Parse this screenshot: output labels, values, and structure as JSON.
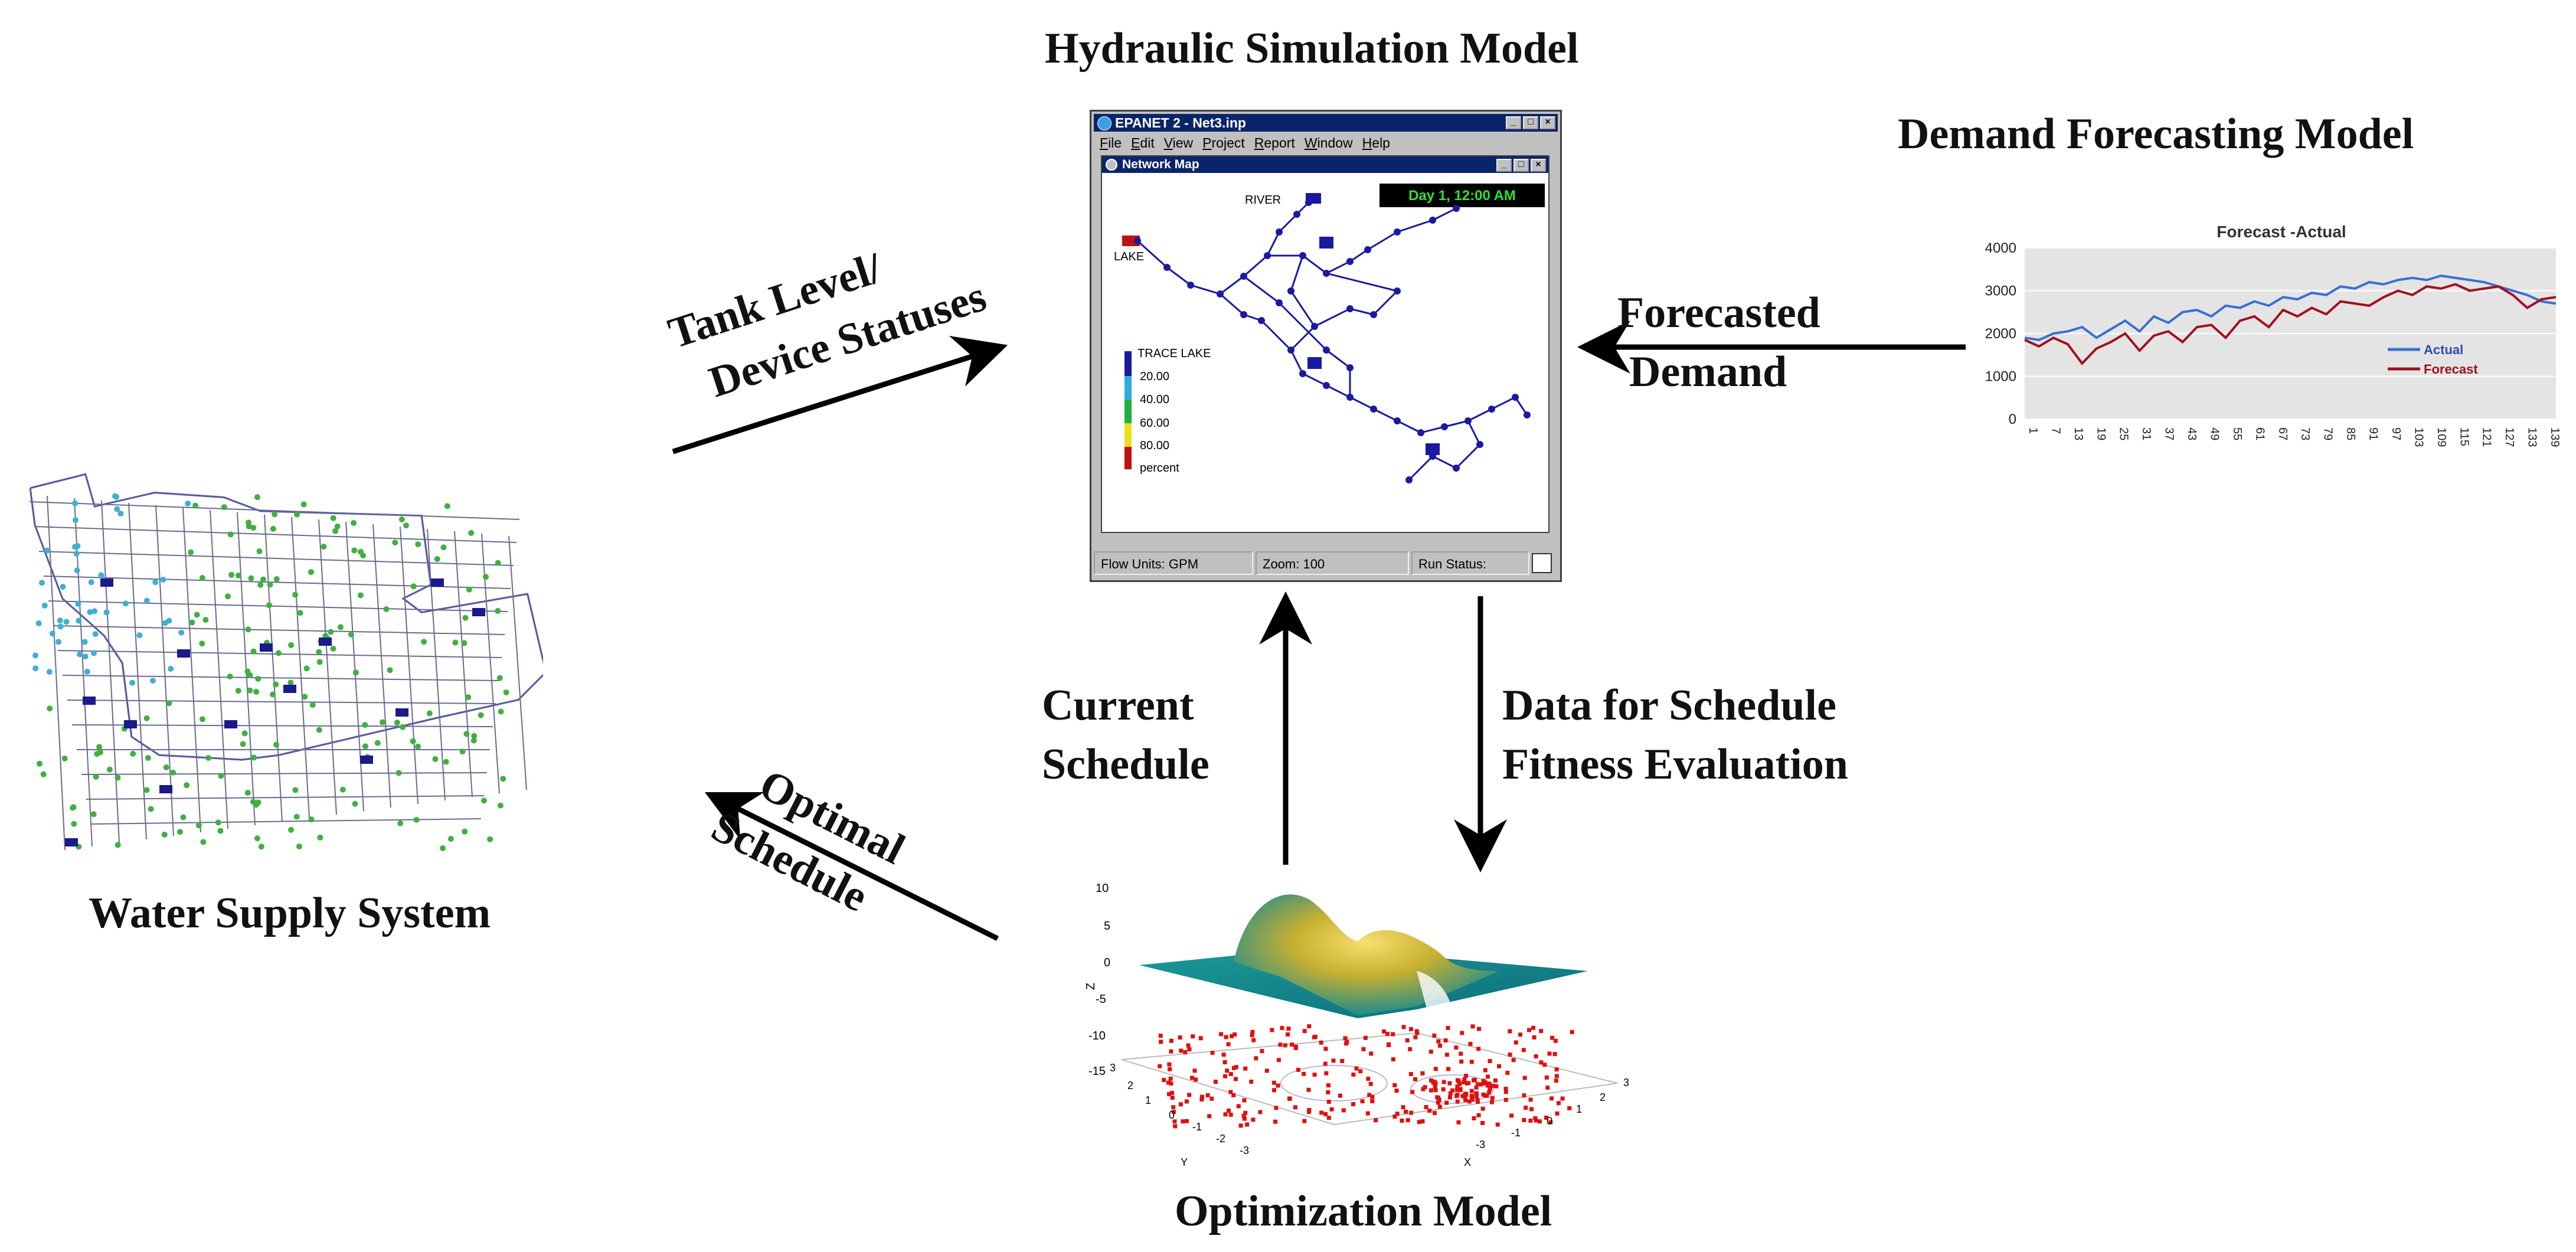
{
  "titles": {
    "hydraulic": "Hydraulic Simulation Model",
    "demand": "Demand Forecasting Model",
    "water_supply": "Water Supply System",
    "optimization": "Optimization Model"
  },
  "flows": {
    "tank_line1": "Tank  Level/",
    "tank_line2": "Device Statuses",
    "forecasted_line1": "Forecasted",
    "forecasted_line2": "Demand",
    "current_line1": "Current",
    "current_line2": "Schedule",
    "data_line1": "Data for Schedule",
    "data_line2": "Fitness Evaluation",
    "optimal_line1": "Optimal",
    "optimal_line2": "Schedule"
  },
  "epanet": {
    "title": "EPANET 2 - Net3.inp",
    "menu": [
      "File",
      "Edit",
      "View",
      "Project",
      "Report",
      "Window",
      "Help"
    ],
    "map_title": "Network Map",
    "time_badge": "Day 1, 12:00 AM",
    "river_label": "RIVER",
    "lake_label": "LAKE",
    "legend_title": "TRACE LAKE",
    "legend_items": [
      "20.00",
      "40.00",
      "60.00",
      "80.00",
      "percent"
    ],
    "legend_colors": [
      "#1a1aa0",
      "#2ab0d8",
      "#20b040",
      "#e8e020",
      "#c01010"
    ],
    "status_flow": "Flow Units: GPM",
    "status_zoom": "Zoom: 100",
    "status_run": "Run Status:"
  },
  "chart_data": {
    "type": "line",
    "title": "Forecast -Actual",
    "ylim": [
      0,
      4000
    ],
    "yticks": [
      0,
      1000,
      2000,
      3000,
      4000
    ],
    "xticks": [
      "1",
      "7",
      "13",
      "19",
      "25",
      "31",
      "37",
      "43",
      "49",
      "55",
      "61",
      "67",
      "73",
      "79",
      "85",
      "91",
      "97",
      "103",
      "109",
      "115",
      "121",
      "127",
      "133",
      "139"
    ],
    "series": [
      {
        "name": "Actual",
        "color": "#3a6fd0",
        "values": [
          1900,
          1850,
          2000,
          2050,
          2150,
          1900,
          2100,
          2300,
          2050,
          2400,
          2250,
          2500,
          2550,
          2400,
          2650,
          2600,
          2750,
          2650,
          2850,
          2800,
          2950,
          2900,
          3100,
          3050,
          3200,
          3150,
          3250,
          3300,
          3250,
          3350,
          3300,
          3250,
          3200,
          3100,
          3000,
          2900,
          2750,
          2700
        ]
      },
      {
        "name": "Forecast",
        "color": "#a01020",
        "values": [
          1850,
          1700,
          1900,
          1750,
          1300,
          1650,
          1800,
          2000,
          1600,
          1950,
          2050,
          1800,
          2150,
          2200,
          1900,
          2300,
          2400,
          2150,
          2550,
          2400,
          2600,
          2450,
          2750,
          2700,
          2650,
          2850,
          3000,
          2900,
          3100,
          3050,
          3150,
          3000,
          3050,
          3100,
          2900,
          2600,
          2800,
          2850
        ]
      }
    ]
  }
}
